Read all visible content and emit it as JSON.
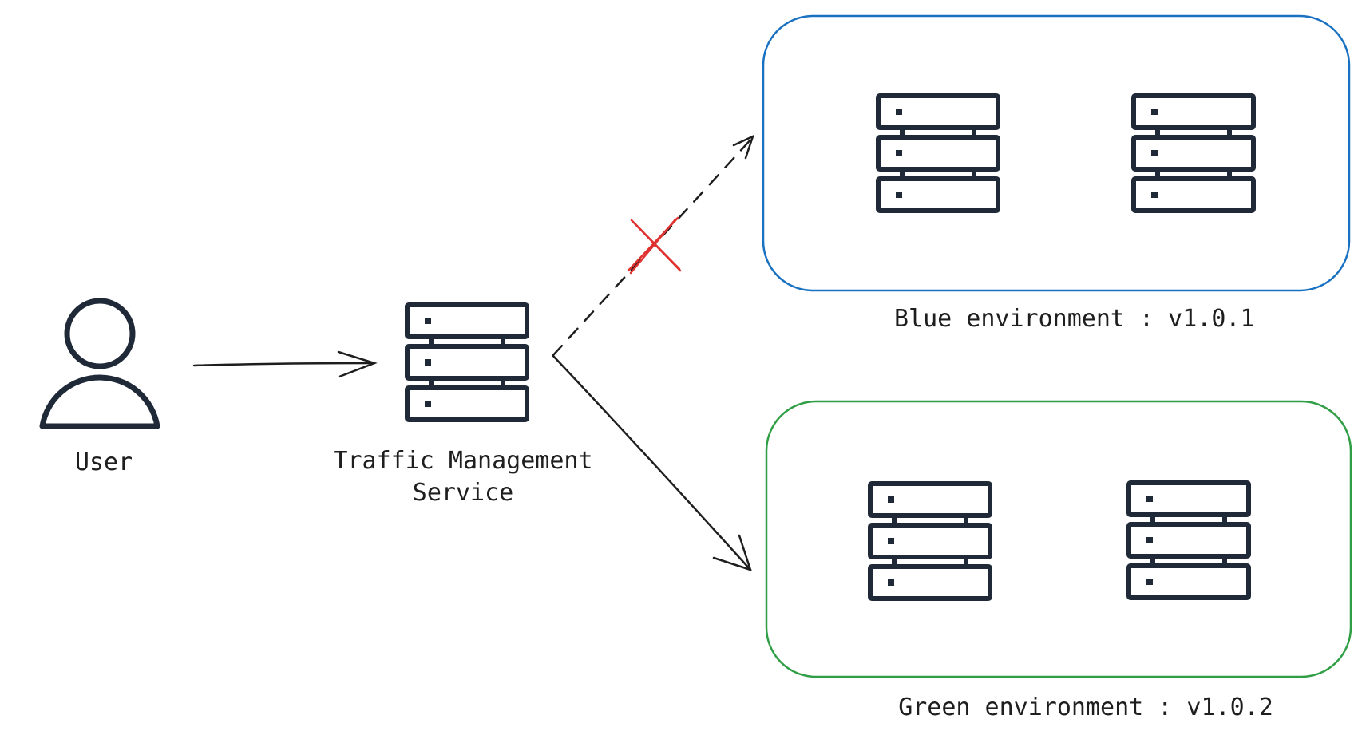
{
  "nodes": {
    "user": {
      "label": "User",
      "icon": "user-icon"
    },
    "traffic_service": {
      "label": "Traffic Management Service",
      "icon": "server-icon"
    },
    "blue_env": {
      "label": "Blue environment : v1.0.1",
      "border_color": "#1971c2",
      "servers": 2
    },
    "green_env": {
      "label": "Green environment : v1.0.2",
      "border_color": "#2f9e44",
      "servers": 2
    }
  },
  "edges": [
    {
      "from": "user",
      "to": "traffic_service",
      "style": "solid"
    },
    {
      "from": "traffic_service",
      "to": "blue_env",
      "style": "dashed",
      "blocked": true,
      "block_color": "#e03131"
    },
    {
      "from": "traffic_service",
      "to": "green_env",
      "style": "solid"
    }
  ],
  "colors": {
    "ink": "#1e1e1e",
    "icon": "#1f2937"
  }
}
